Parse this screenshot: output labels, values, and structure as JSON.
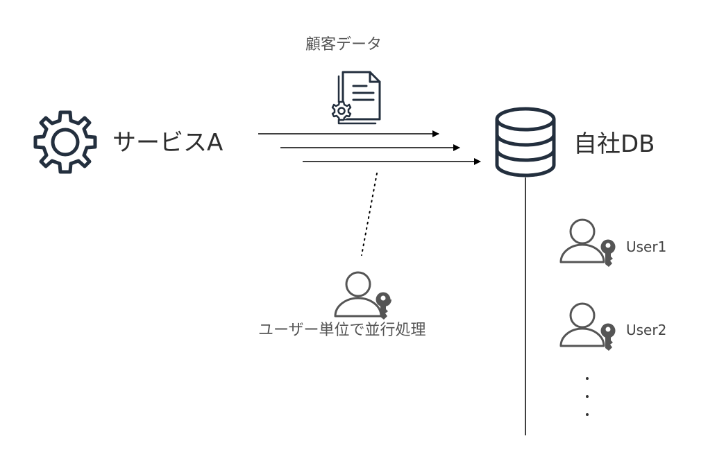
{
  "service": {
    "label": "サービスA",
    "icon": "gear-icon"
  },
  "customer_data": {
    "label": "顧客データ",
    "icon": "document-gear-icon"
  },
  "database": {
    "label": "自社DB",
    "icon": "database-icon"
  },
  "parallel_processing": {
    "label": "ユーザー単位で並行処理",
    "icon": "user-key-icon"
  },
  "users": [
    {
      "label": "User1",
      "icon": "user-key-icon"
    },
    {
      "label": "User2",
      "icon": "user-key-icon"
    }
  ],
  "colors": {
    "icon_dark": "#232f3e",
    "icon_grey": "#555555",
    "line": "#000000"
  }
}
